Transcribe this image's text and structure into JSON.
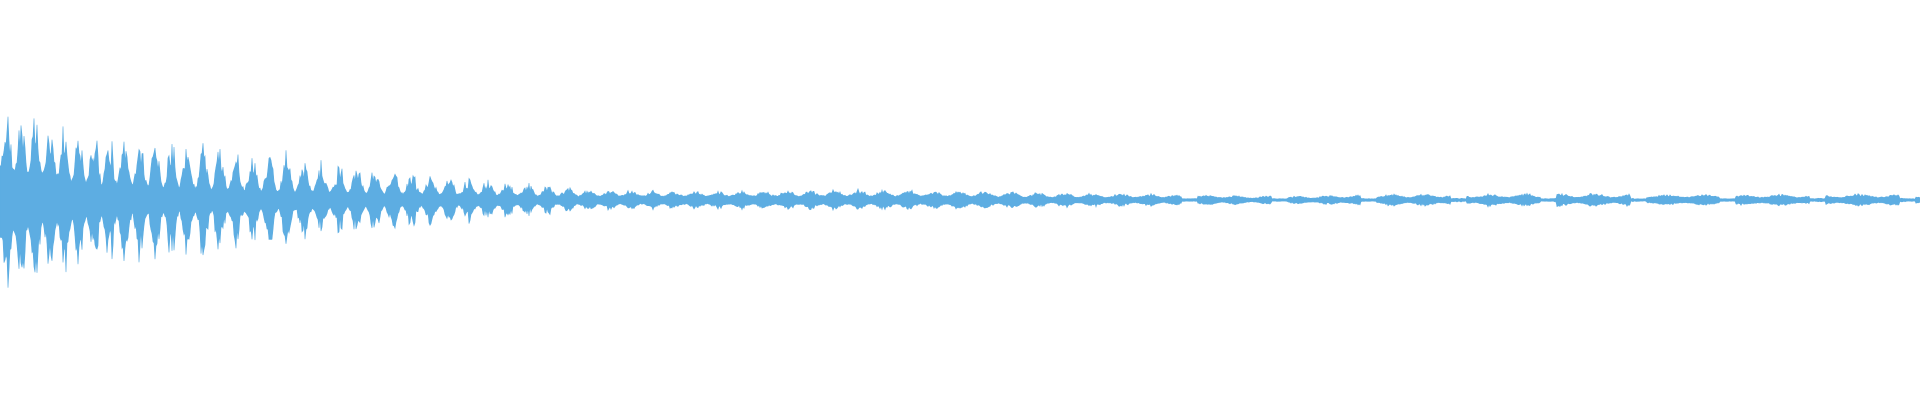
{
  "waveform": {
    "color": "#5dade2",
    "background": "#ffffff",
    "envelope": [
      [
        0.7,
        0.25
      ],
      [
        0.55,
        0.14
      ],
      [
        0.5,
        0.1
      ],
      [
        0.4,
        0.08
      ],
      [
        0.3,
        0.06
      ],
      [
        0.22,
        0.05
      ],
      [
        0.16,
        0.04
      ],
      [
        0.1,
        0.03
      ],
      [
        0.07,
        0.03
      ],
      [
        0.07,
        0.03
      ],
      [
        0.08,
        0.03
      ],
      [
        0.08,
        0.03
      ],
      [
        0.07,
        0.03
      ],
      [
        0.06,
        0.02
      ],
      [
        0.05,
        0.02
      ],
      [
        0.04,
        0.02
      ],
      [
        0.03,
        0.01
      ],
      [
        0.04,
        0.02
      ],
      [
        0.05,
        0.02
      ],
      [
        0.05,
        0.02
      ],
      [
        0.05,
        0.02
      ],
      [
        0.04,
        0.02
      ],
      [
        0.04,
        0.02
      ],
      [
        0.05,
        0.02
      ],
      [
        0.05,
        0.02
      ]
    ]
  }
}
